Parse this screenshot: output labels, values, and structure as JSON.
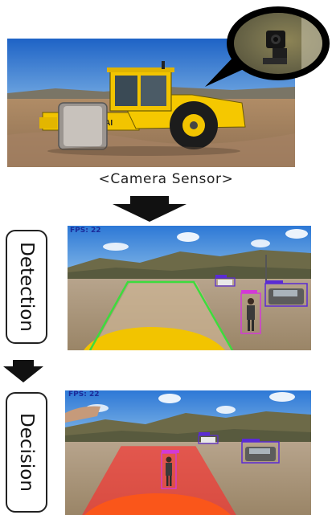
{
  "caption": "<Camera Sensor>",
  "stages": [
    {
      "label": "Detection"
    },
    {
      "label": "Decision"
    }
  ],
  "overlay": {
    "fps_text": "FPS: 22"
  },
  "colors": {
    "drivable_outline": "#3ddc3d",
    "danger_zone_fill": "#ff2a2a",
    "person_box": "#d23ad6",
    "vehicle_box": "#5a2bd4",
    "machine_yellow": "#f2c400",
    "arrow": "#111111"
  },
  "icons": [
    "camera-icon",
    "compactor-roller-icon",
    "down-arrow-icon"
  ]
}
